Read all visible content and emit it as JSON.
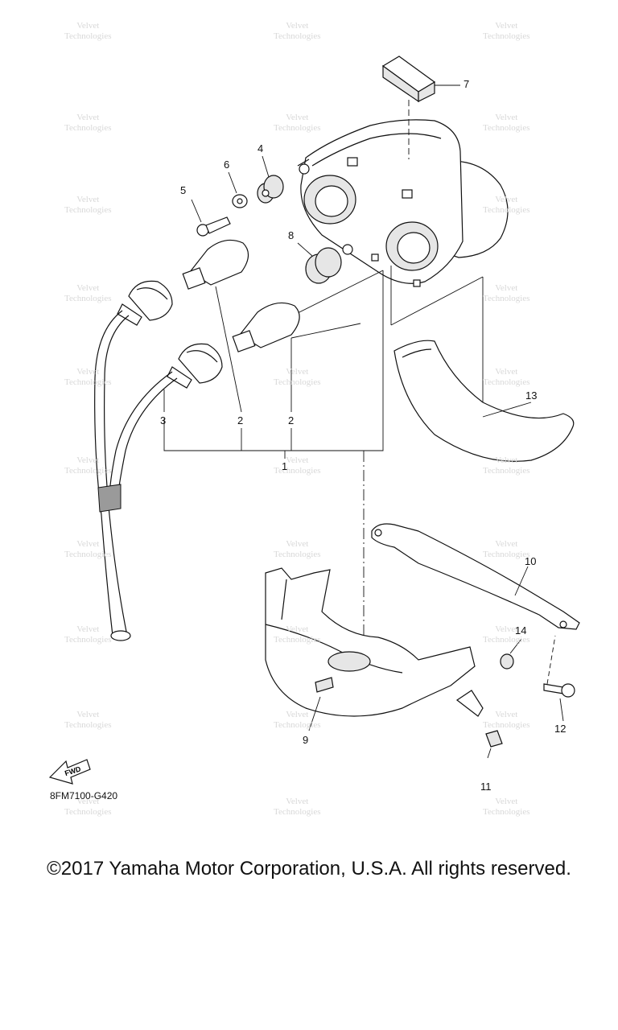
{
  "callouts": [
    {
      "id": "1",
      "label": "1"
    },
    {
      "id": "2a",
      "label": "2"
    },
    {
      "id": "2b",
      "label": "2"
    },
    {
      "id": "3",
      "label": "3"
    },
    {
      "id": "4",
      "label": "4"
    },
    {
      "id": "5",
      "label": "5"
    },
    {
      "id": "6",
      "label": "6"
    },
    {
      "id": "7",
      "label": "7"
    },
    {
      "id": "8",
      "label": "8"
    },
    {
      "id": "9",
      "label": "9"
    },
    {
      "id": "10",
      "label": "10"
    },
    {
      "id": "11",
      "label": "11"
    },
    {
      "id": "12",
      "label": "12"
    },
    {
      "id": "13",
      "label": "13"
    },
    {
      "id": "14",
      "label": "14"
    }
  ],
  "fwd_label": "FWD",
  "diagram_code": "8FM7100-G420",
  "watermark": {
    "line1": "Velvet",
    "line2": "Technologies"
  },
  "copyright": "©2017 Yamaha Motor Corporation, U.S.A. All rights reserved."
}
